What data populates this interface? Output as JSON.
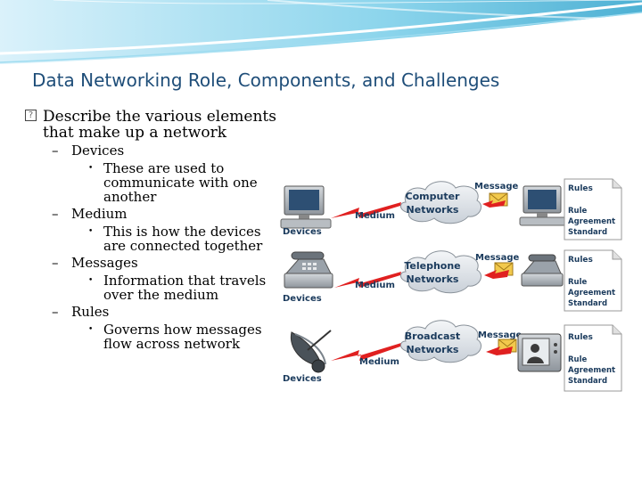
{
  "slide": {
    "title": "Data Networking Role, Components, and Challenges",
    "bullet_marker": "?",
    "bullet": "Describe the various elements that make up a network",
    "items": [
      {
        "dash": "–",
        "label": "Devices",
        "dot": "•",
        "desc": "These are used to communicate with one another"
      },
      {
        "dash": "–",
        "label": "Medium",
        "dot": "•",
        "desc": "This is how the devices are connected together"
      },
      {
        "dash": "–",
        "label": "Messages",
        "dot": "•",
        "desc": "Information that travels over the medium"
      },
      {
        "dash": "–",
        "label": "Rules",
        "dot": "•",
        "desc": "Governs how messages flow across network"
      }
    ]
  },
  "diagram": {
    "rows": [
      {
        "devices_label": "Devices",
        "medium_label": "Medium",
        "message_label": "Message",
        "cloud_line1": "Computer",
        "cloud_line2": "Networks",
        "rules_label": "Rules",
        "rule_line1": "Rule",
        "rule_line2": "Agreement",
        "rule_line3": "Standard"
      },
      {
        "devices_label": "Devices",
        "medium_label": "Medium",
        "message_label": "Message",
        "cloud_line1": "Telephone",
        "cloud_line2": "Networks",
        "rules_label": "Rules",
        "rule_line1": "Rule",
        "rule_line2": "Agreement",
        "rule_line3": "Standard"
      },
      {
        "devices_label": "Devices",
        "medium_label": "Medium",
        "message_label": "Message",
        "cloud_line1": "Broadcast",
        "cloud_line2": "Networks",
        "rules_label": "Rules",
        "rule_line1": "Rule",
        "rule_line2": "Agreement",
        "rule_line3": "Standard"
      }
    ]
  },
  "colors": {
    "title": "#1f4e79",
    "banner_light": "#d6f0fa",
    "banner_mid": "#7fd0ea",
    "banner_dark": "#3aa8cf",
    "label_navy": "#1a3a5c",
    "lightning": "#e02020",
    "envelope": "#f2c94c"
  }
}
